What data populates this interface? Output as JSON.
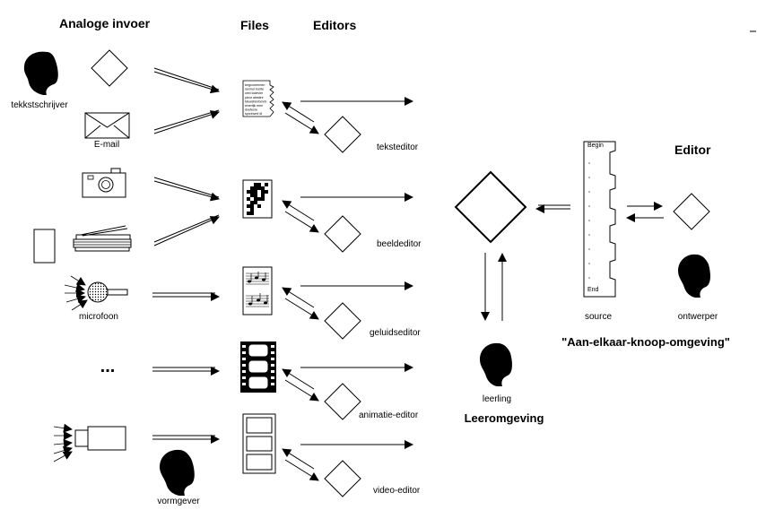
{
  "headers": {
    "analog_input": "Analoge invoer",
    "files": "Files",
    "editors": "Editors",
    "editor": "Editor"
  },
  "actors": {
    "writer": "tekkstschrijver",
    "designer_form": "vormgever",
    "learner": "leerling",
    "designer": "ontwerper"
  },
  "inputs": {
    "email": "E-mail",
    "microphone": "microfoon",
    "more": "..."
  },
  "editors": [
    "teksteditor",
    "beeldeditor",
    "geluidseditor",
    "animatie-editor",
    "video-editor"
  ],
  "learning_environment": "Leeromgeving",
  "source": {
    "label": "source",
    "begin": "Begin",
    "end": "End"
  },
  "assembly_environment": "\"Aan-elkaar-knoop-omgeving\"",
  "text_file_lines": [
    "begrcorermen",
    "oermel borite",
    "ceel lodevirn",
    "pieur alestire",
    "Mewshinrbmnb",
    "wnertijk men",
    "doefesre",
    "sprcinvmf dl"
  ]
}
